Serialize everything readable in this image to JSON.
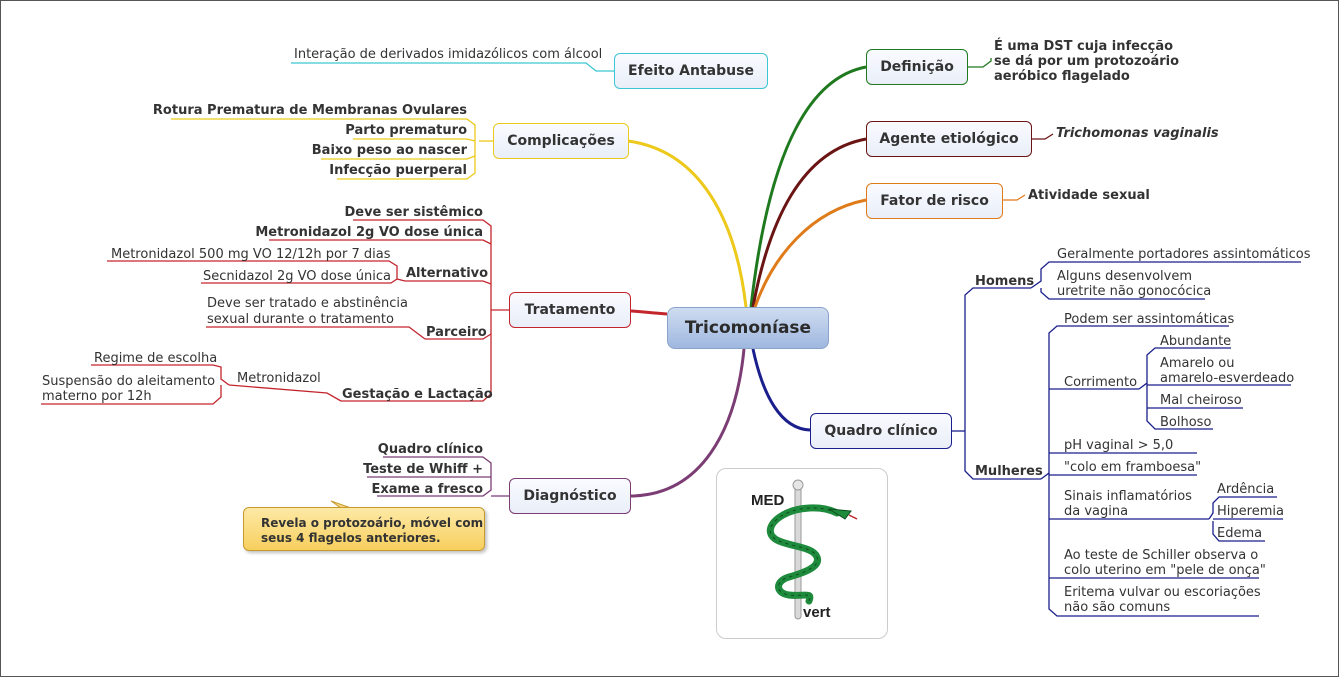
{
  "central": "Tricomoníase",
  "efeito": {
    "title": "Efeito Antabuse",
    "note": "Interação de derivados imidazólicos com álcool"
  },
  "complicacoes": {
    "title": "Complicações",
    "items": [
      "Rotura Prematura de Membranas Ovulares",
      "Parto prematuro",
      "Baixo peso ao nascer",
      "Infecção puerperal"
    ]
  },
  "tratamento": {
    "title": "Tratamento",
    "item1": "Deve ser sistêmico",
    "item2": "Metronidazol 2g VO dose única",
    "alternativo": {
      "label": "Alternativo",
      "opts": [
        "Metronidazol 500 mg VO 12/12h por 7 dias",
        "Secnidazol 2g VO dose única"
      ]
    },
    "parceiro": {
      "label": "Parceiro",
      "note": [
        "Deve ser tratado e abstinência",
        "sexual durante o tratamento"
      ]
    },
    "gestacao": {
      "label": "Gestação e Lactação",
      "drug": "Metronidazol",
      "opts": [
        "Regime de escolha",
        "Suspensão do aleitamento",
        "materno por 12h"
      ]
    }
  },
  "diagnostico": {
    "title": "Diagnóstico",
    "items": [
      "Quadro clínico",
      "Teste de Whiff +",
      "Exame a fresco"
    ],
    "callout": [
      "Revela o protozoário, móvel com",
      "seus 4 flagelos anteriores."
    ]
  },
  "definicao": {
    "title": "Definição",
    "text": [
      "É uma DST cuja infecção",
      "se dá por um protozoário",
      "aeróbico flagelado"
    ]
  },
  "agente": {
    "title": "Agente etiológico",
    "text": "Trichomonas vaginalis"
  },
  "fator": {
    "title": "Fator de risco",
    "text": "Atividade sexual"
  },
  "quadro": {
    "title": "Quadro clínico",
    "homens": {
      "label": "Homens",
      "items": [
        "Geralmente portadores assintomáticos",
        "Alguns desenvolvem",
        "uretrite não gonocócica"
      ]
    },
    "mulheres": {
      "label": "Mulheres",
      "assint": "Podem ser assintomáticas",
      "corrimento": {
        "label": "Corrimento",
        "items": [
          "Abundante",
          "Amarelo ou",
          "amarelo-esverdeado",
          "Mal cheiroso",
          "Bolhoso"
        ]
      },
      "ph": "pH vaginal > 5,0",
      "colo": "\"colo em framboesa\"",
      "sinais": {
        "label": [
          "Sinais inflamatórios",
          "da vagina"
        ],
        "items": [
          "Ardência",
          "Hiperemia",
          "Edema"
        ]
      },
      "schiller": [
        "Ao teste de Schiller observa o",
        "colo uterino em \"pele de onça\""
      ],
      "eritema": [
        "Eritema vulvar ou escoriações",
        "não são comuns"
      ]
    }
  },
  "logo": {
    "top": "MED",
    "bottom": "vert"
  },
  "colors": {
    "efeito": "#3cc6d3",
    "complicacoes": "#ecc91a",
    "tratamento": "#c3252d",
    "diagnostico": "#7b3d74",
    "definicao": "#1f7a1f",
    "agente": "#6b1414",
    "fator": "#e07b1a",
    "quadro": "#1a1f8c"
  }
}
